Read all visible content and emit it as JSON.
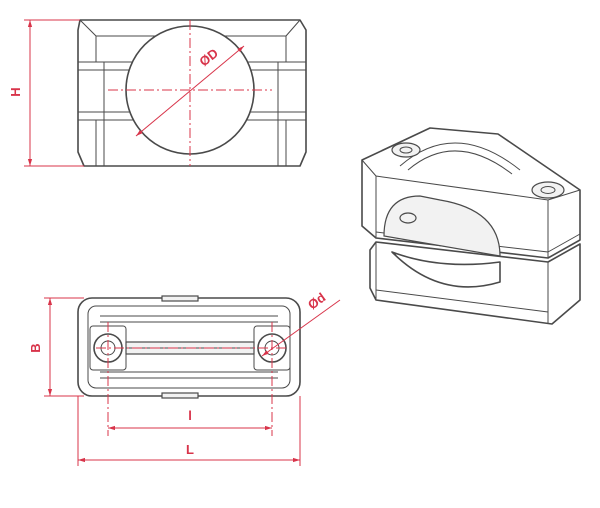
{
  "labels": {
    "height": "H",
    "diameter_large": "ØD",
    "diameter_small": "Ød",
    "width": "B",
    "inner_length": "l",
    "length": "L"
  },
  "colors": {
    "dimension": "#d8344a",
    "outline": "#4a4a4a",
    "background": "#ffffff"
  }
}
